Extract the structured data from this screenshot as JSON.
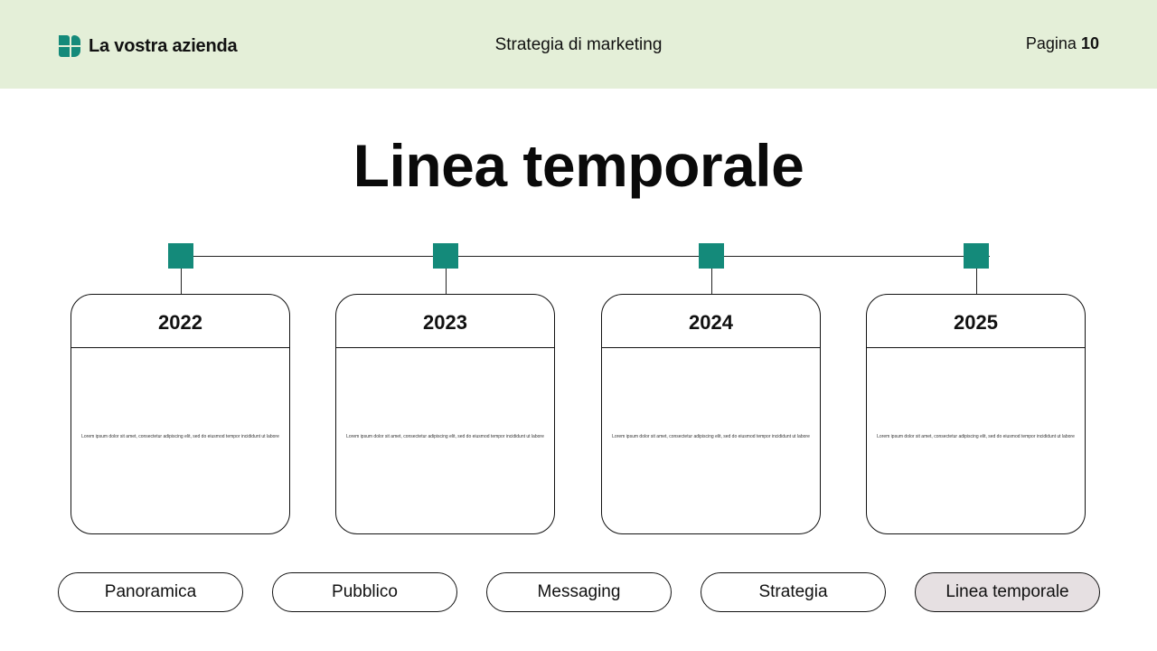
{
  "header": {
    "company": "La vostra azienda",
    "section": "Strategia di marketing",
    "page_label": "Pagina",
    "page_number": "10",
    "logo_icon": "company-logo-icon"
  },
  "colors": {
    "header_bg": "#e4efd8",
    "accent": "#148a7a",
    "active_nav_bg": "#e6e0e2"
  },
  "title": "Linea temporale",
  "timeline": [
    {
      "year": "2022",
      "text": "Lorem ipsum dolor sit amet, consectetur adipiscing elit, sed do eiusmod tempor incididunt ut labore"
    },
    {
      "year": "2023",
      "text": "Lorem ipsum dolor sit amet, consectetur adipiscing elit, sed do eiusmod tempor incididunt ut labore"
    },
    {
      "year": "2024",
      "text": "Lorem ipsum dolor sit amet, consectetur adipiscing elit, sed do eiusmod tempor incididunt ut labore"
    },
    {
      "year": "2025",
      "text": "Lorem ipsum dolor sit amet, consectetur adipiscing elit, sed do eiusmod tempor incididunt ut labore"
    }
  ],
  "nav": [
    {
      "label": "Panoramica",
      "active": false
    },
    {
      "label": "Pubblico",
      "active": false
    },
    {
      "label": "Messaging",
      "active": false
    },
    {
      "label": "Strategia",
      "active": false
    },
    {
      "label": "Linea temporale",
      "active": true
    }
  ]
}
